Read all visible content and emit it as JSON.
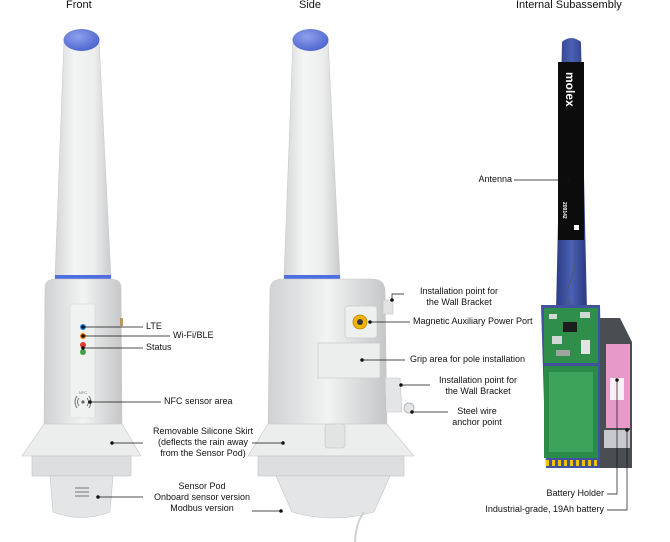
{
  "headers": {
    "front": "Front",
    "side": "Side",
    "internal": "Internal Subassembly"
  },
  "front_labels": {
    "lte": "LTE",
    "wifi": "Wi-Fi/BLE",
    "status": "Status",
    "nfc_area": "NFC sensor area",
    "skirt_1": "Removable Silicone Skirt",
    "skirt_2": "(deflects the rain away",
    "skirt_3": "from the Sensor Pod)",
    "pod_1": "Sensor Pod",
    "pod_2": "Onboard sensor version",
    "pod_3": "Modbus version"
  },
  "side_labels": {
    "install_top_1": "Installation point for",
    "install_top_2": "the Wall Bracket",
    "magnetic": "Magnetic Auxiliary Power Port",
    "grip": "Grip area for pole installation",
    "install_bot_1": "Installation point for",
    "install_bot_2": "the Wall Bracket",
    "steel_1": "Steel wire",
    "steel_2": "anchor point"
  },
  "internal_labels": {
    "antenna": "Antenna",
    "battery_holder": "Battery Holder",
    "battery": "Industrial-grade, 19Ah battery"
  },
  "device_text": {
    "nfc_mark": "NFC",
    "brand": "molex",
    "part_number": "209142"
  },
  "colors": {
    "cap_blue": "#5b74d6",
    "band_blue": "#4f6fe0",
    "shell": "#e9eaea",
    "antenna_navy": "#3b4e98",
    "pcb_green": "#2f8f4a",
    "battery_pink": "#e79ac9",
    "led_lte": "#1e88e5",
    "led_wifi": "#f57c00",
    "led_status_red": "#e53935",
    "led_status_green": "#43a047",
    "aux_port": "#f2b600"
  }
}
